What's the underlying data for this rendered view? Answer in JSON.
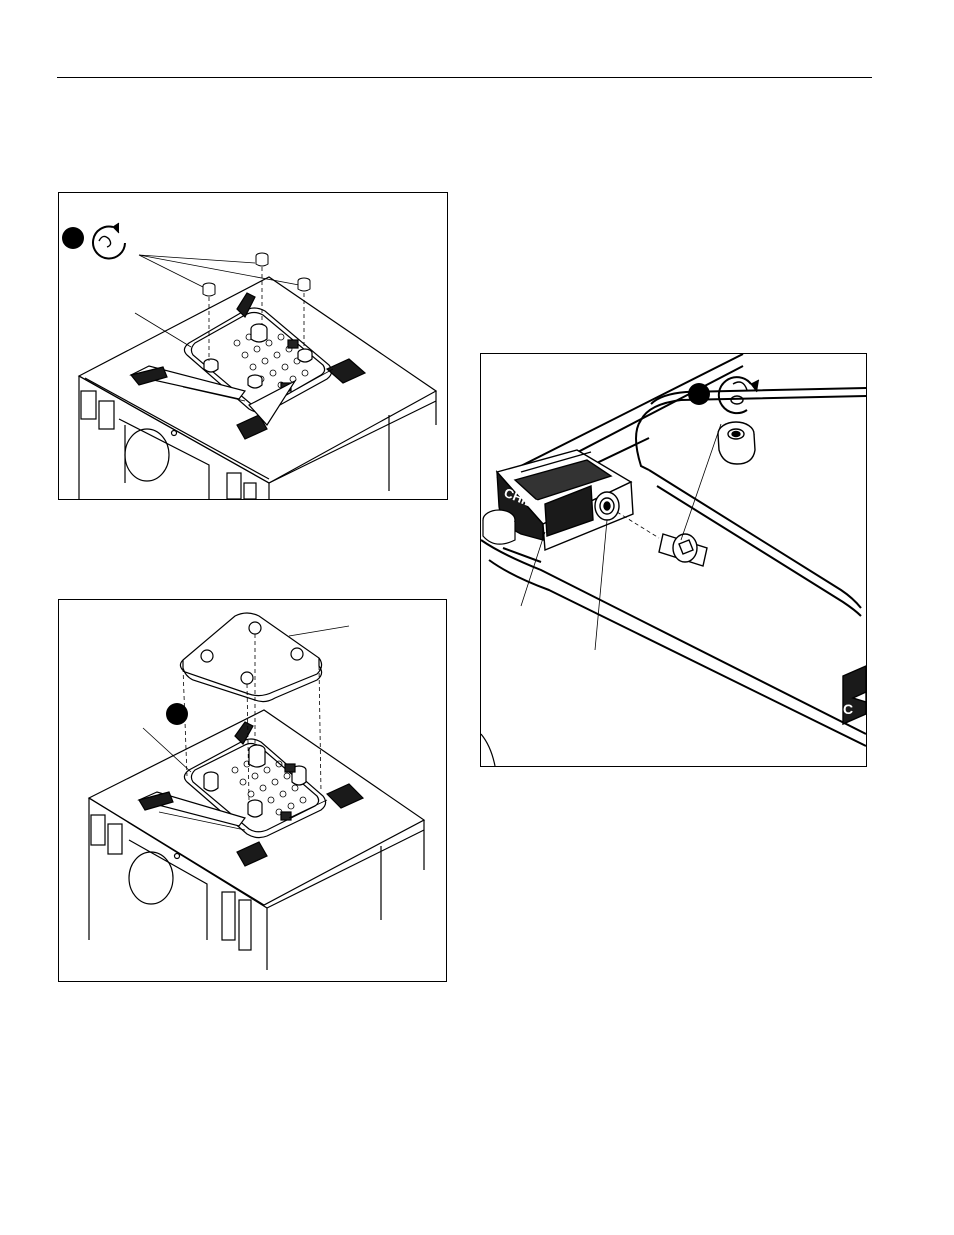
{
  "page": {
    "figures": [
      {
        "name": "figure-remove-screws",
        "step_marker": "",
        "icon": "counterclockwise-rotate-icon",
        "labels": []
      },
      {
        "name": "figure-place-adapter-plate",
        "step_marker": "",
        "labels": []
      },
      {
        "name": "figure-tighten-screw",
        "step_marker": "",
        "icon": "clockwise-rotate-icon",
        "brand_text": [
          "CHIEF",
          "C"
        ],
        "labels": []
      }
    ]
  },
  "colors": {
    "line": "#000000",
    "paper": "#ffffff",
    "shade": "#1a1a1a"
  }
}
